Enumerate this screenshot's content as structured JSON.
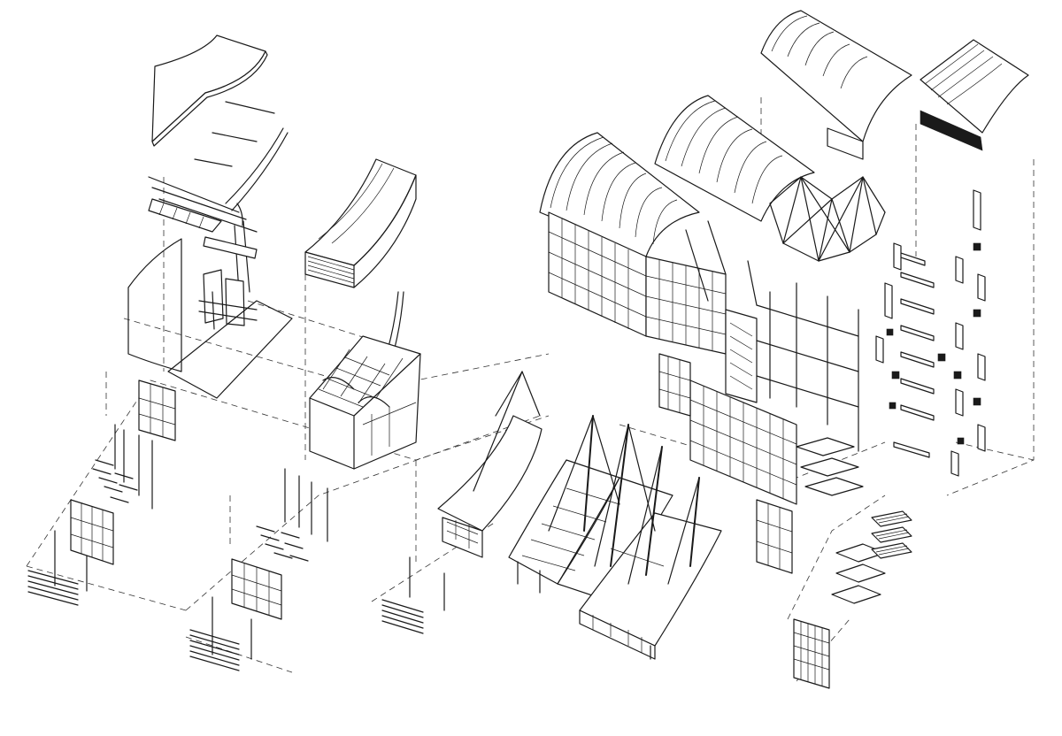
{
  "drawing": {
    "style": "exploded axonometric line drawing",
    "ink_color": "#1a1a1a",
    "paper_color": "#ffffff",
    "components": [
      {
        "id": "left-module",
        "parts": [
          "curved-roof-panel",
          "purlins",
          "arched-ribs",
          "mast-column",
          "wall-panel",
          "floor-slab",
          "window-grids",
          "mullion-posts",
          "louvre-stack"
        ]
      },
      {
        "id": "centre-module",
        "parts": [
          "curved-roof-layered",
          "arched-ribs",
          "glazed-box",
          "mullion-posts",
          "window-grids",
          "louvre-stack"
        ]
      },
      {
        "id": "sawtooth-hall",
        "parts": [
          "curved-roof-shells",
          "inclined-masts",
          "tie-rods",
          "storefront"
        ]
      },
      {
        "id": "main-block",
        "parts": [
          "vaulted-roofs",
          "facade-grids",
          "steel-frame",
          "space-truss",
          "stair-tower"
        ]
      },
      {
        "id": "component-kit",
        "parts": [
          "beams",
          "columns",
          "nodes",
          "slab-panels",
          "stair-flights",
          "window-grids"
        ]
      }
    ]
  }
}
